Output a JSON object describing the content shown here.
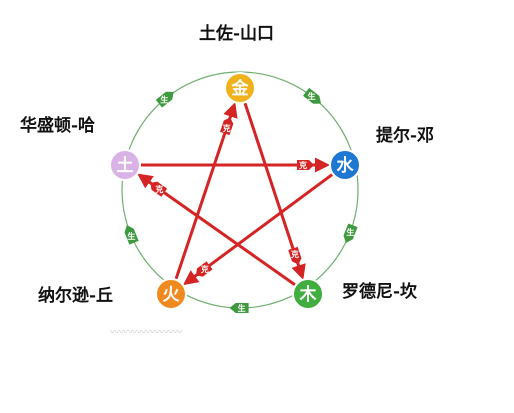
{
  "elements": {
    "metal": {
      "char": "金",
      "color": "#f0b21c",
      "label": "土佐-山口"
    },
    "water": {
      "char": "水",
      "color": "#1e78d2",
      "label": "提尔-邓"
    },
    "wood": {
      "char": "木",
      "color": "#3fae3f",
      "label": "罗德尼-坎"
    },
    "fire": {
      "char": "火",
      "color": "#f08a1e",
      "label": "纳尔逊-丘"
    },
    "earth": {
      "char": "土",
      "color": "#d9b3e6",
      "label": "华盛顿-哈"
    }
  },
  "generating": {
    "tag": "生",
    "color": "#3f9a3f",
    "line_color": "#6fae6f"
  },
  "overcoming": {
    "tag": "克",
    "color": "#d42424"
  }
}
